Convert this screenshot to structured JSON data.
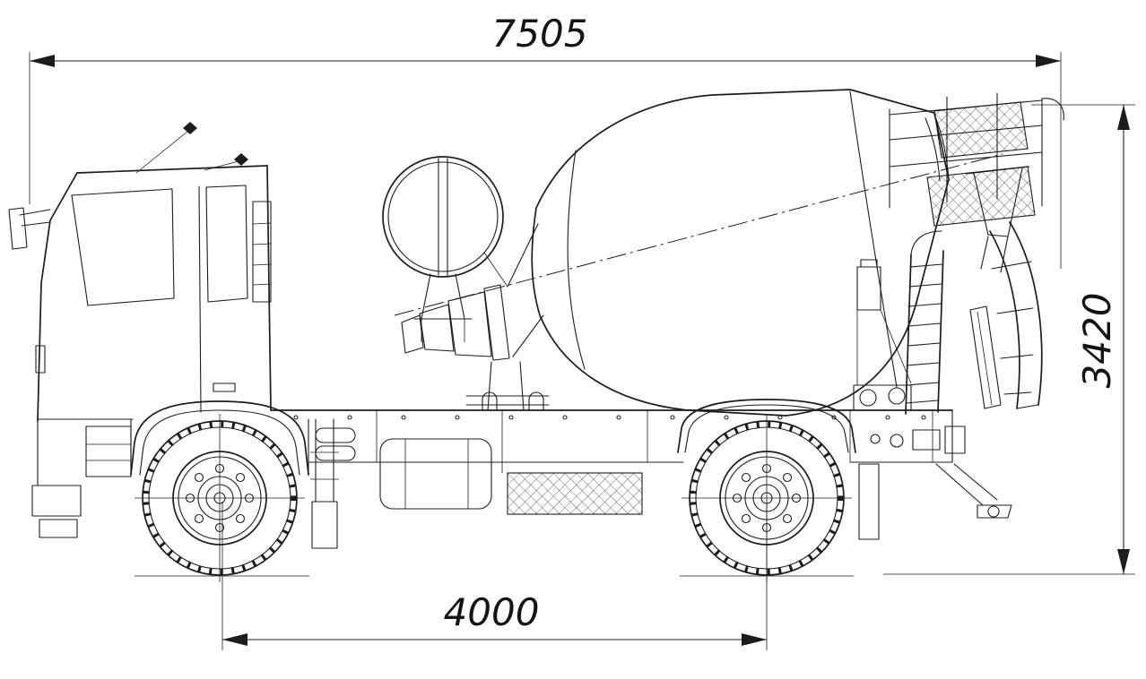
{
  "dimensions": {
    "overall_length": "7505",
    "overall_height": "3420",
    "wheelbase": "4000"
  },
  "style": {
    "line_color": "#1c1c1c",
    "background": "#ffffff"
  }
}
